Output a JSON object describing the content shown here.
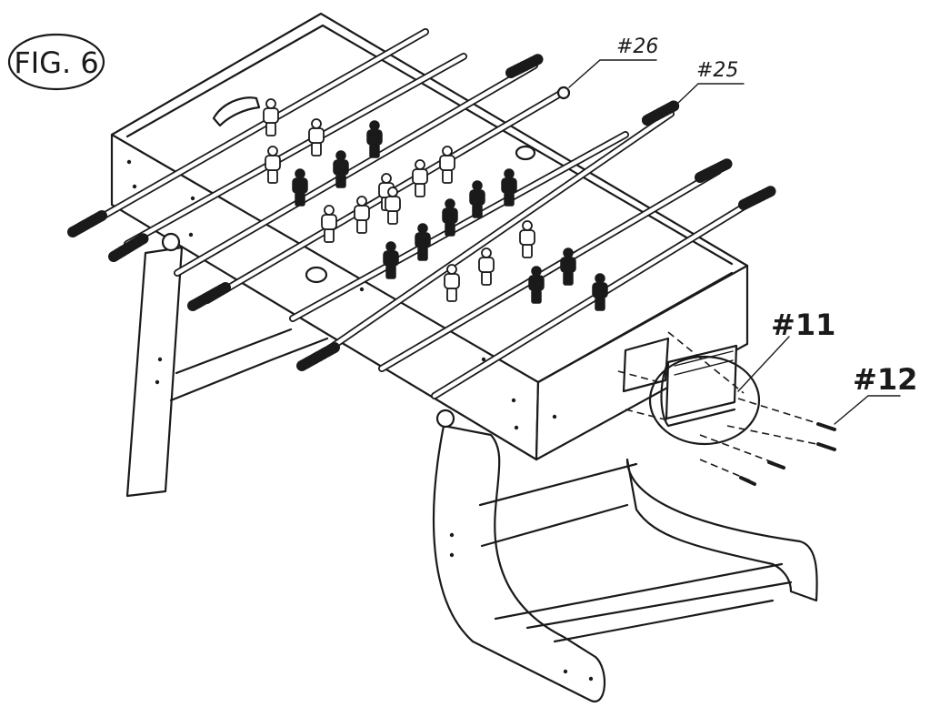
{
  "figure": {
    "label": "FIG. 6"
  },
  "callouts": {
    "part_26": "#26",
    "part_25": "#25",
    "part_11": "#11",
    "part_12": "#12"
  }
}
